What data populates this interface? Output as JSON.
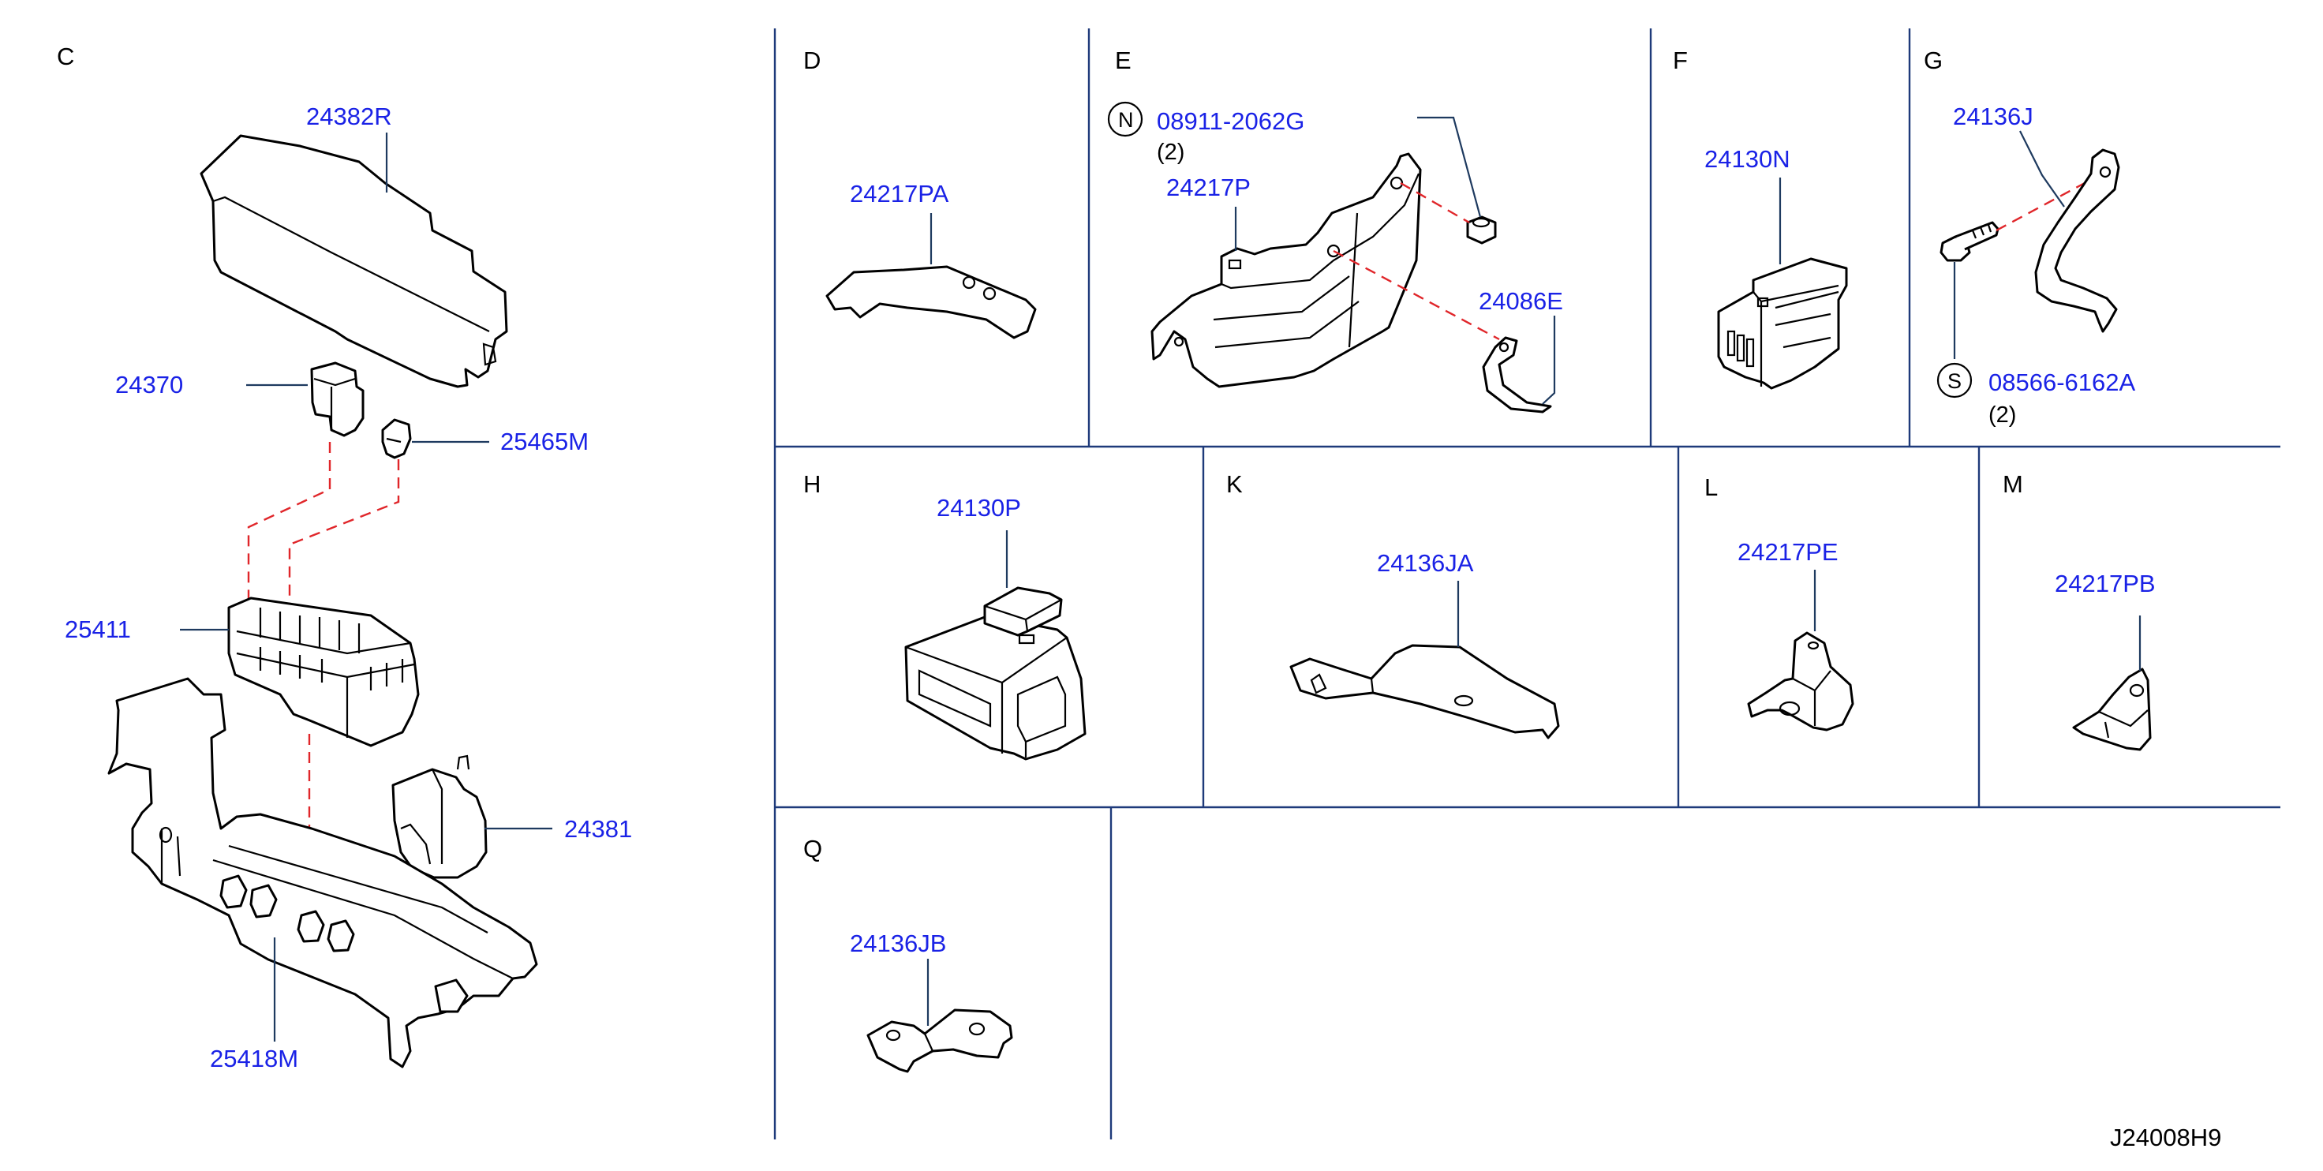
{
  "diagram_ref": "J24008H9",
  "colors": {
    "label": "#1a22e6",
    "leader": "#1e3a5f",
    "dashed_line": "#e0262a",
    "grid": "#1e3a7a"
  },
  "sections": {
    "C": {
      "letter": "C",
      "parts": [
        "24382R",
        "24370",
        "25465M",
        "25411",
        "24381",
        "25418M"
      ]
    },
    "D": {
      "letter": "D",
      "parts": [
        "24217PA"
      ]
    },
    "E": {
      "letter": "E",
      "parts": [
        "24217P",
        "24086E"
      ],
      "fastener": {
        "symbol": "N",
        "number": "08911-2062G",
        "qty": "(2)"
      }
    },
    "F": {
      "letter": "F",
      "parts": [
        "24130N"
      ]
    },
    "G": {
      "letter": "G",
      "parts": [
        "24136J"
      ],
      "fastener": {
        "symbol": "S",
        "number": "08566-6162A",
        "qty": "(2)"
      }
    },
    "H": {
      "letter": "H",
      "parts": [
        "24130P"
      ]
    },
    "K": {
      "letter": "K",
      "parts": [
        "24136JA"
      ]
    },
    "L": {
      "letter": "L",
      "parts": [
        "24217PE"
      ]
    },
    "M": {
      "letter": "M",
      "parts": [
        "24217PB"
      ]
    },
    "Q": {
      "letter": "Q",
      "parts": [
        "24136JB"
      ]
    }
  }
}
